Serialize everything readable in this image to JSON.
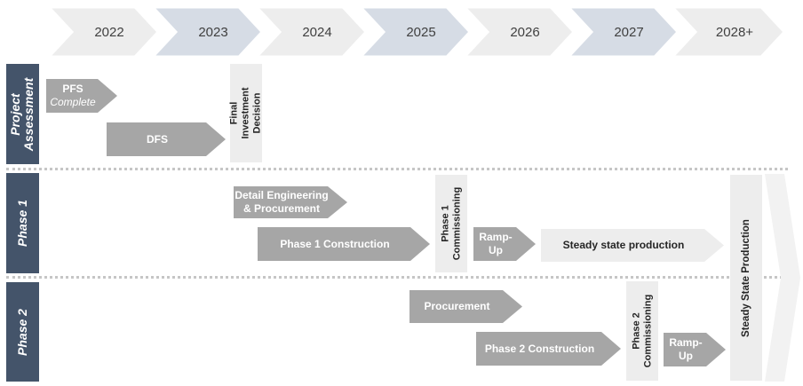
{
  "timeline": {
    "years": [
      "2022",
      "2023",
      "2024",
      "2025",
      "2026",
      "2027",
      "2028+"
    ],
    "colors": {
      "light": "#ededed",
      "blue": "#d6dce5",
      "band": "#44546a",
      "bar": "#a6a6a6"
    }
  },
  "phases": {
    "assessment": "Project Assessment",
    "phase1": "Phase 1",
    "phase2": "Phase 2"
  },
  "assessment": {
    "pfs_title": "PFS",
    "pfs_sub": "Complete",
    "dfs": "DFS",
    "fid": "Final Investment Decision"
  },
  "phase1": {
    "detail_engineering": "Detail Engineering & Procurement",
    "construction": "Phase 1 Construction",
    "commissioning": "Phase 1 Commissioning",
    "ramp_up": "Ramp-Up",
    "steady_state": "Steady state production"
  },
  "phase2": {
    "procurement": "Procurement",
    "construction": "Phase 2 Construction",
    "commissioning": "Phase 2 Commissioning",
    "ramp_up": "Ramp-Up"
  },
  "final": {
    "steady_state": "Steady State Production"
  }
}
